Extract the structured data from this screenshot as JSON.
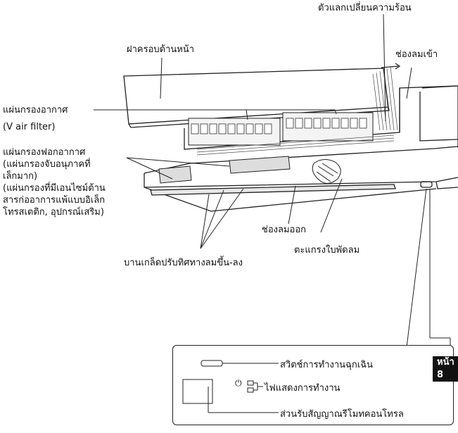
{
  "labels": {
    "heat_exchanger": "ตัวแลกเปลี่ยนความร้อน",
    "front_cover": "ฝาครอบด้านหน้า",
    "air_inlet": "ช่องลมเข้า",
    "air_filter": "แผ่นกรองอากาศ",
    "v_air_filter": "(V air filter)",
    "purifying_filter": "แผ่นกรองฟอกอากาศ\n(แผ่นกรองจับอนุภาคที่\nเล็กมาก)\n(แผ่นกรองที่มีเอนไซม์ต้าน\nสารก่ออาการแพ้แบบอิเล็ก\nโทรสเตติก, อุปกรณ์เสริม)",
    "air_outlet": "ช่องลมออก",
    "fan_grille": "ตะแกรงใบพัดลม",
    "louvers": "บานเกล็ดปรับทิศทางลมขึ้น-ลง"
  },
  "inset": {
    "emergency_switch": "สวิตช์การทำงานฉุกเฉิน",
    "page_ref": "หน้า 8",
    "power_symbol": "⏻",
    "operation_lamp": "ไฟแสดงการทำงาน",
    "remote_receiver": "ส่วนรับสัญญาณรีโมทคอนโทรล"
  }
}
